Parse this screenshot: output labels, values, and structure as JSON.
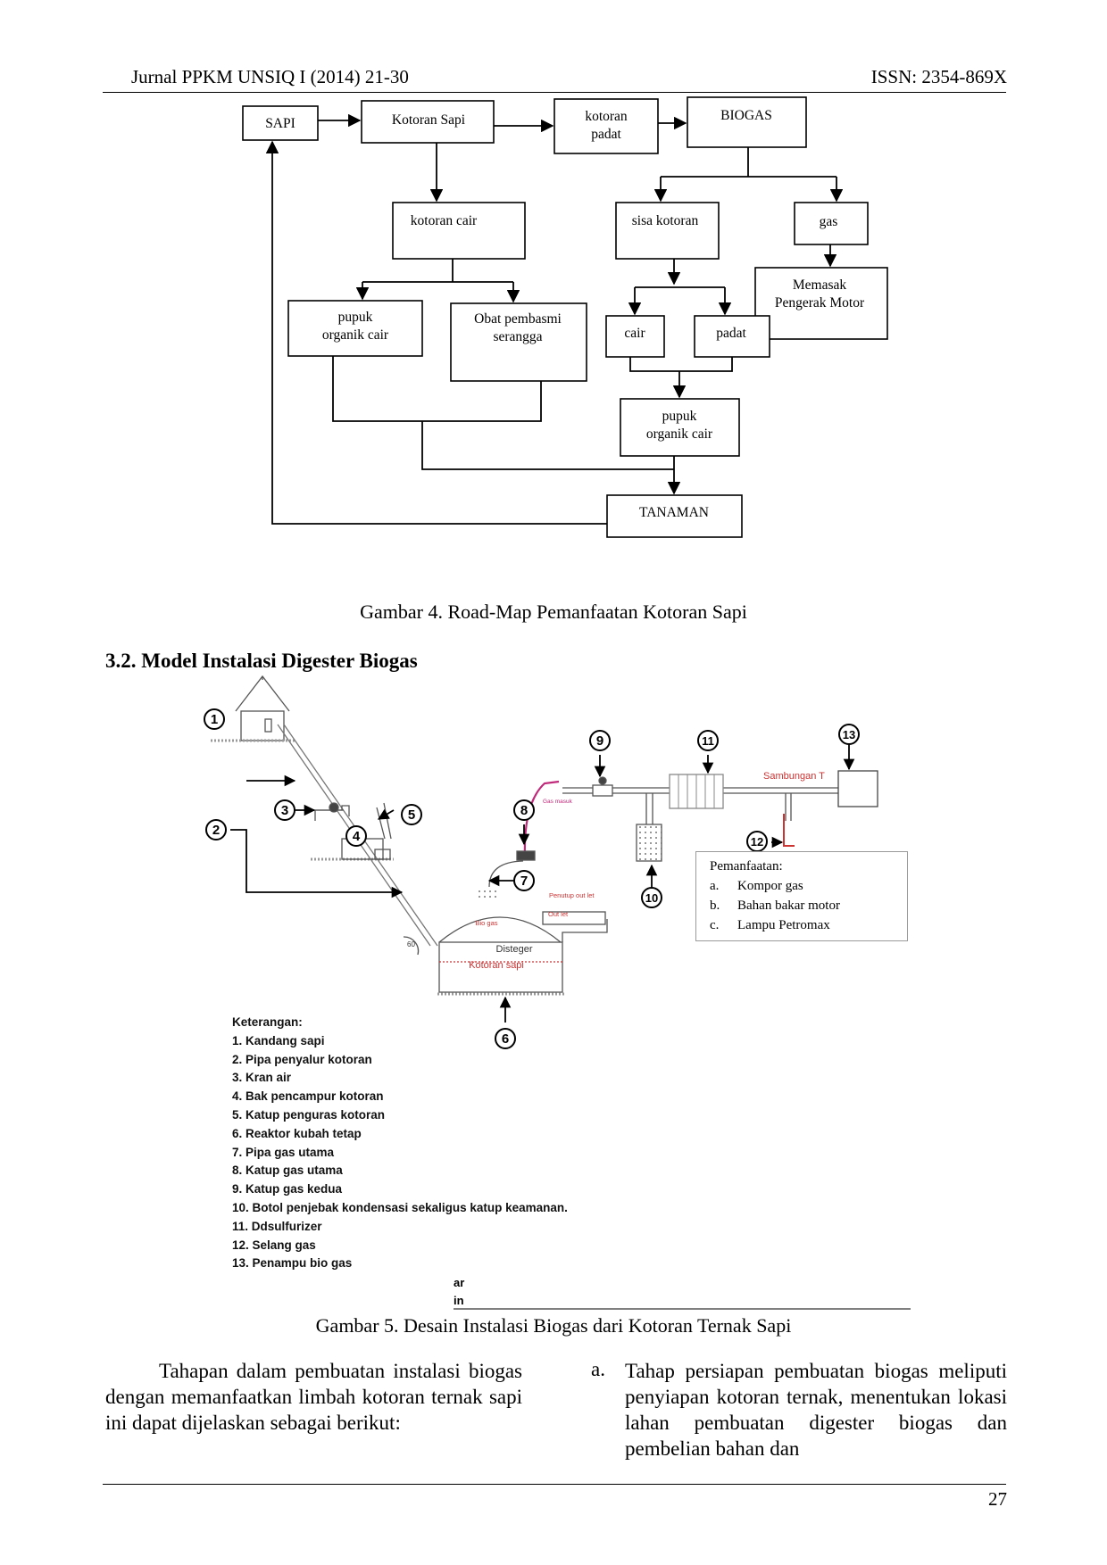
{
  "header": {
    "journal": "Jurnal PPKM UNSIQ I (2014) 21-30",
    "issn": "ISSN: 2354-869X"
  },
  "figure4": {
    "boxes": {
      "sapi": "SAPI",
      "kotoran_sapi": "Kotoran Sapi",
      "kotoran_padat_1": "kotoran",
      "kotoran_padat_2": "padat",
      "biogas": "BIOGAS",
      "kotoran_cair": "kotoran cair",
      "sisa_kotoran": "sisa kotoran",
      "gas": "gas",
      "memasak_1": "Memasak",
      "memasak_2": "Pengerak Motor",
      "pupuk_cair_a_1": "pupuk",
      "pupuk_cair_a_2": "organik cair",
      "obat_1": "Obat pembasmi",
      "obat_2": "serangga",
      "cair": "cair",
      "padat": "padat",
      "pupuk_cair_b_1": "pupuk",
      "pupuk_cair_b_2": "organik cair",
      "tanaman": "TANAMAN"
    },
    "caption": "Gambar 4. Road-Map Pemanfaatan Kotoran Sapi"
  },
  "section_heading": "3.2. Model Instalasi Digester Biogas",
  "figure5": {
    "callouts": [
      "1",
      "2",
      "3",
      "4",
      "5",
      "6",
      "7",
      "8",
      "9",
      "10",
      "11",
      "12",
      "13"
    ],
    "labels": {
      "sambungan_t": "Sambungan T",
      "gas_masuk": "Gas masuk",
      "penutup_out_let": "Penutup out let",
      "out_let": "Out let",
      "bio_gas": "Bio gas",
      "disteger": "Disteger",
      "kotoran_sapi": "Kotoran sapi",
      "angle": "60"
    },
    "pemanfaatan": {
      "title": "Pemanfaatan:",
      "items": [
        {
          "marker": "a.",
          "text": "Kompor gas"
        },
        {
          "marker": "b.",
          "text": "Bahan bakar motor"
        },
        {
          "marker": "c.",
          "text": "Lampu Petromax"
        }
      ]
    },
    "legend": {
      "title": "Keterangan:",
      "items": [
        "1. Kandang sapi",
        "2. Pipa penyalur kotoran",
        "3. Kran air",
        "4. Bak pencampur kotoran",
        "5. Katup penguras kotoran",
        "6. Reaktor kubah tetap",
        "7. Pipa gas utama",
        "8. Katup gas utama",
        "9. Katup gas kedua",
        "10. Botol penjebak kondensasi sekaligus katup keamanan.",
        "11. Ddsulfurizer",
        "12. Selang gas",
        "13. Penampu bio gas"
      ]
    },
    "cutoff_text": [
      "ar",
      "in"
    ],
    "caption": "Gambar 5. Desain Instalasi Biogas dari Kotoran Ternak Sapi"
  },
  "body": {
    "left_paragraph": "Tahapan dalam pembuatan instalasi biogas dengan memanfaatkan limbah kotoran ternak sapi ini dapat dijelaskan sebagai berikut:",
    "right_item_marker": "a.",
    "right_item_text": "Tahap persiapan pembuatan biogas meliputi penyiapan kotoran ternak, menentukan lokasi lahan pembuatan digester biogas dan pembelian bahan dan"
  },
  "page_number": "27"
}
